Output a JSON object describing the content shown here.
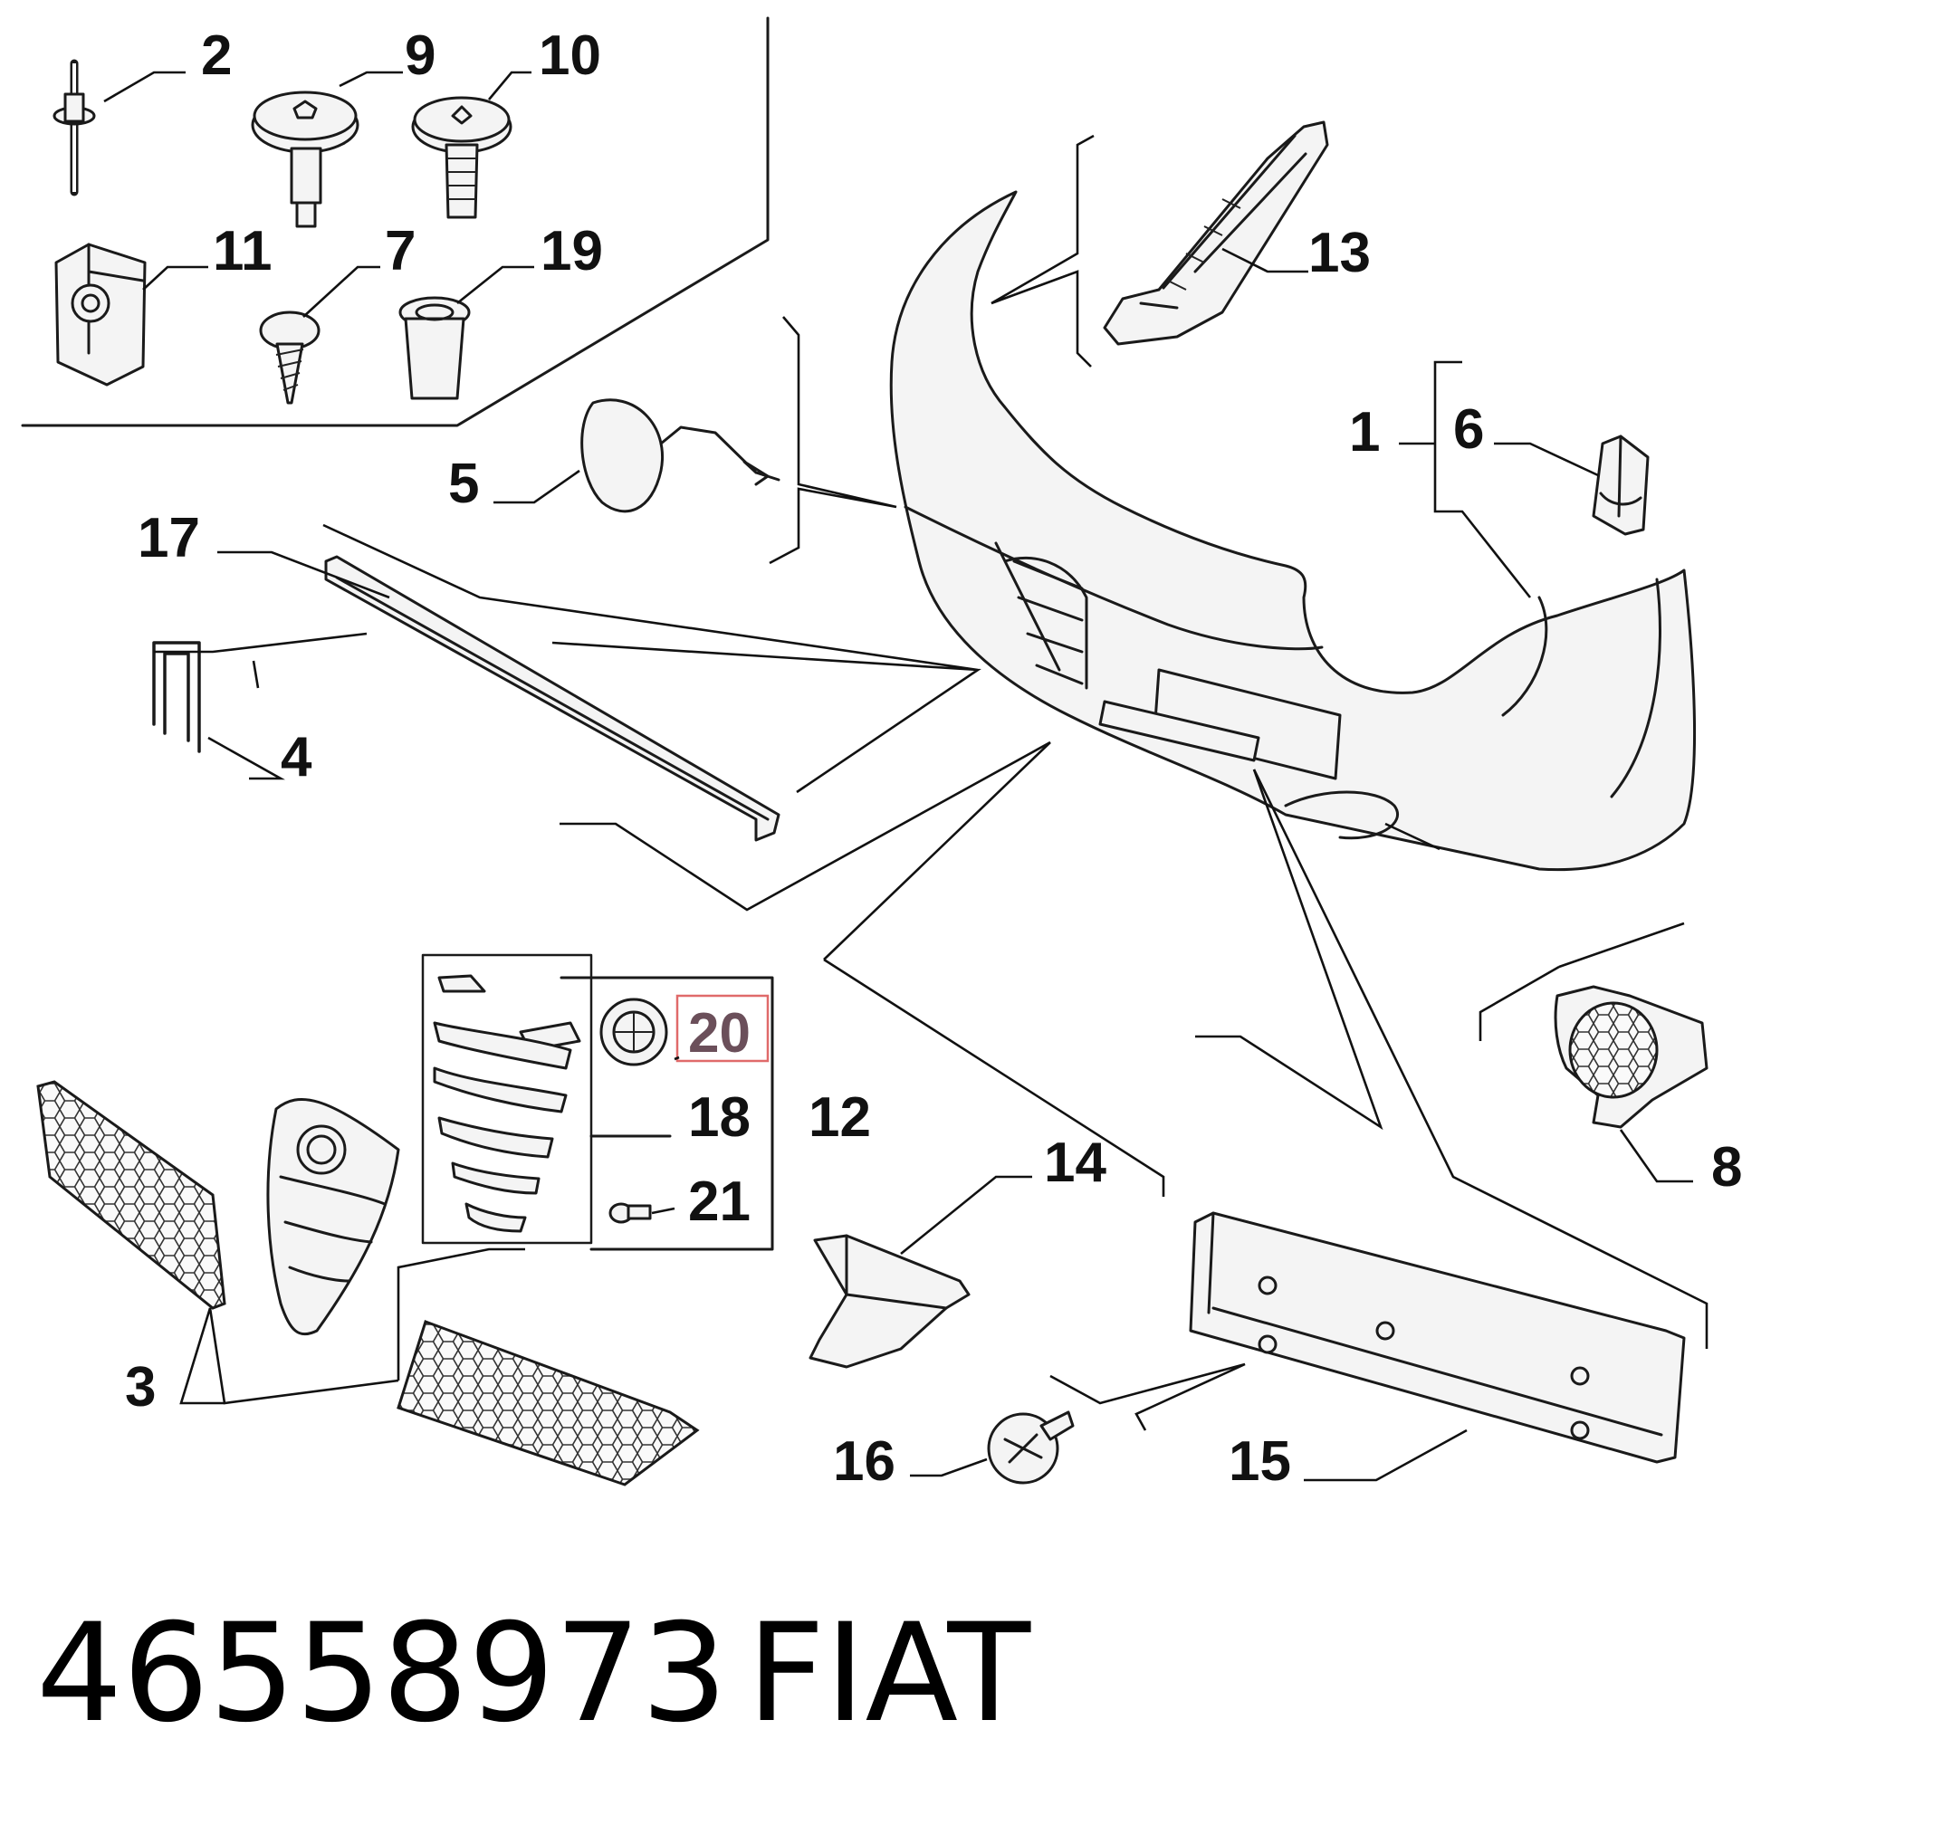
{
  "callouts": [
    {
      "id": "2",
      "text": "2"
    },
    {
      "id": "9",
      "text": "9"
    },
    {
      "id": "10",
      "text": "10"
    },
    {
      "id": "11",
      "text": "11"
    },
    {
      "id": "7",
      "text": "7"
    },
    {
      "id": "19",
      "text": "19"
    },
    {
      "id": "13",
      "text": "13"
    },
    {
      "id": "1",
      "text": "1"
    },
    {
      "id": "6",
      "text": "6"
    },
    {
      "id": "5",
      "text": "5"
    },
    {
      "id": "17",
      "text": "17"
    },
    {
      "id": "4",
      "text": "4"
    },
    {
      "id": "20",
      "text": "20",
      "highlighted": true
    },
    {
      "id": "18",
      "text": "18"
    },
    {
      "id": "12",
      "text": "12"
    },
    {
      "id": "21",
      "text": "21"
    },
    {
      "id": "14",
      "text": "14"
    },
    {
      "id": "8",
      "text": "8"
    },
    {
      "id": "3",
      "text": "3"
    },
    {
      "id": "16",
      "text": "16"
    },
    {
      "id": "15",
      "text": "15"
    }
  ],
  "caption": {
    "part_number": "46558973",
    "brand": "FIAT"
  },
  "highlight_color": "#e06a6a"
}
